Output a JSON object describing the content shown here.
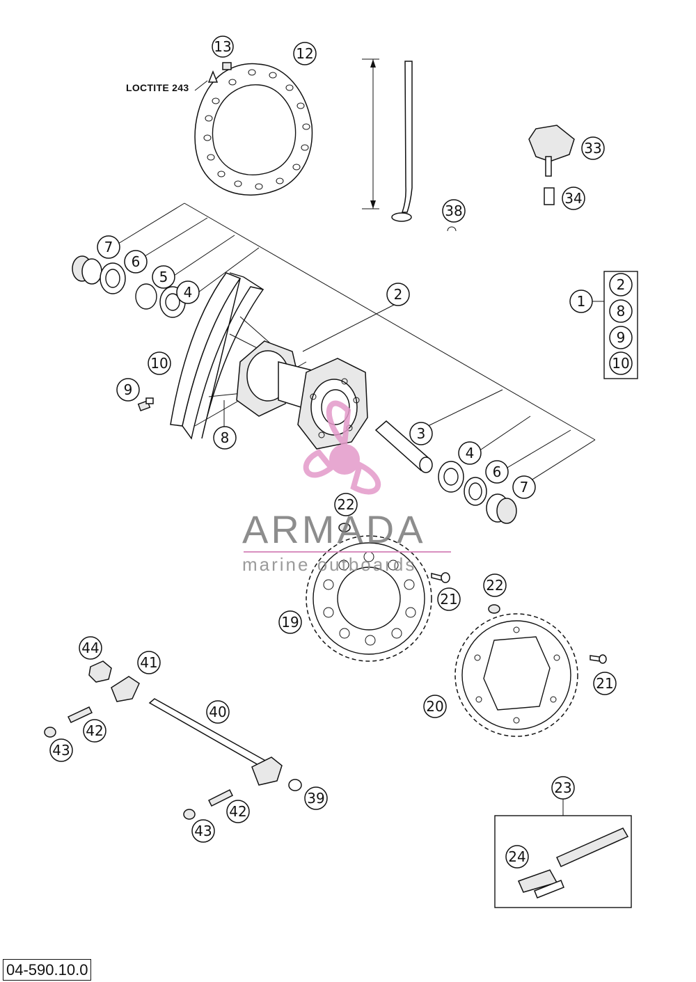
{
  "annotation": {
    "loctite": "LOCTITE 243"
  },
  "part_number": "04-590.10.0",
  "watermark": {
    "name": "ARMADA",
    "tagline": "marine outboards",
    "logo_color": "#e39ac9"
  },
  "callouts": {
    "c13": "13",
    "c12": "12",
    "c33": "33",
    "c34": "34",
    "c38": "38",
    "c7a": "7",
    "c6a": "6",
    "c5": "5",
    "c4a": "4",
    "c2": "2",
    "c1": "1",
    "k2": "2",
    "k8": "8",
    "k9": "9",
    "k10": "10",
    "c10": "10",
    "c9": "9",
    "c8": "8",
    "c3": "3",
    "c4b": "4",
    "c6b": "6",
    "c7b": "7",
    "c22a": "22",
    "c21a": "21",
    "c22b": "22",
    "c19": "19",
    "c21b": "21",
    "c20": "20",
    "c44": "44",
    "c41": "41",
    "c40": "40",
    "c42a": "42",
    "c43a": "43",
    "c39": "39",
    "c42b": "42",
    "c43b": "43",
    "c23": "23",
    "c24": "24"
  }
}
